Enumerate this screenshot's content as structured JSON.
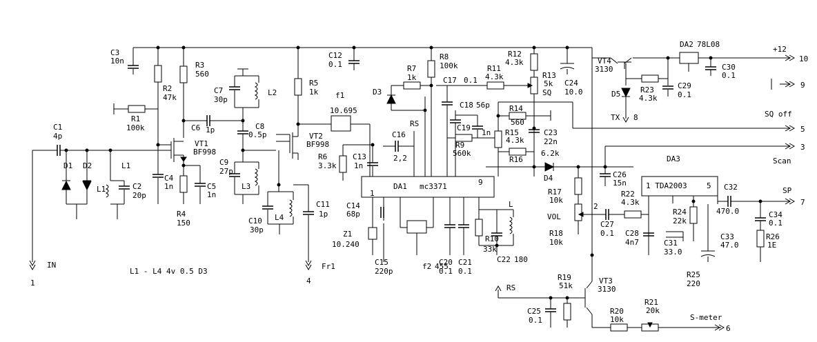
{
  "diagram": {
    "components": {
      "C3": {
        "ref": "C3",
        "value": "10n"
      },
      "R2": {
        "ref": "R2",
        "value": "47k"
      },
      "R3": {
        "ref": "R3",
        "value": "560"
      },
      "R1": {
        "ref": "R1",
        "value": "100k"
      },
      "C1": {
        "ref": "C1",
        "value": "4p"
      },
      "D1": {
        "ref": "D1"
      },
      "D2": {
        "ref": "D2"
      },
      "L1": {
        "ref": "L1"
      },
      "C2": {
        "ref": "C2",
        "value": "20p"
      },
      "VT1": {
        "ref": "VT1",
        "value": "BF998"
      },
      "C4": {
        "ref": "C4",
        "value": "1n"
      },
      "R4": {
        "ref": "R4",
        "value": "150"
      },
      "C5": {
        "ref": "C5",
        "value": "1n"
      },
      "C6": {
        "ref": "C6",
        "value": "1p"
      },
      "C7": {
        "ref": "C7",
        "value": "30p"
      },
      "L2": {
        "ref": "L2"
      },
      "C8": {
        "ref": "C8",
        "value": "0.5p"
      },
      "C9": {
        "ref": "C9",
        "value": "27p"
      },
      "L3": {
        "ref": "L3"
      },
      "VT2": {
        "ref": "VT2",
        "value": "BF998"
      },
      "R5": {
        "ref": "R5",
        "value": "1k"
      },
      "L4": {
        "ref": "L4"
      },
      "C10": {
        "ref": "C10",
        "value": "30p"
      },
      "C11": {
        "ref": "C11",
        "value": "1p"
      },
      "C12": {
        "ref": "C12",
        "value": "0.1"
      },
      "f1": {
        "ref": "f1",
        "value": "10.695"
      },
      "R6": {
        "ref": "R6",
        "value": "3.3k"
      },
      "C13": {
        "ref": "C13",
        "value": "1n"
      },
      "R8": {
        "ref": "R8",
        "value": "100k"
      },
      "R7": {
        "ref": "R7",
        "value": "1k"
      },
      "D3": {
        "ref": "D3"
      },
      "C16": {
        "ref": "C16",
        "value": "2,2"
      },
      "C17": {
        "ref": "C17",
        "value": "0.1"
      },
      "R11": {
        "ref": "R11",
        "value": "4.3k"
      },
      "R12": {
        "ref": "R12",
        "value": "4.3k"
      },
      "R13": {
        "ref": "R13",
        "value": "5k"
      },
      "C24": {
        "ref": "C24",
        "value": "10.0"
      },
      "C18": {
        "ref": "C18",
        "value": "56p"
      },
      "C19": {
        "ref": "C19",
        "value": "1n"
      },
      "R9": {
        "ref": "R9",
        "value": "560k"
      },
      "R14": {
        "ref": "R14",
        "value": "560"
      },
      "R15": {
        "ref": "R15",
        "value": "4.3k"
      },
      "R16": {
        "ref": "R16"
      },
      "C23": {
        "ref": "C23",
        "value": "22n"
      },
      "R16v": {
        "value": "6.2k"
      },
      "D4": {
        "ref": "D4"
      },
      "DA1": {
        "ref": "DA1",
        "value": "mc3371"
      },
      "C14": {
        "ref": "C14",
        "value": "68p"
      },
      "Z1": {
        "ref": "Z1",
        "value": "10.240"
      },
      "C15": {
        "ref": "C15",
        "value": "220p"
      },
      "f2": {
        "ref": "f2",
        "value": "455"
      },
      "C20": {
        "ref": "C20",
        "value": "0.1"
      },
      "C21": {
        "ref": "C21",
        "value": "0.1"
      },
      "R10": {
        "ref": "R10",
        "value": "33k"
      },
      "L": {
        "ref": "L"
      },
      "C22": {
        "ref": "C22",
        "value": "180"
      },
      "VT4": {
        "ref": "VT4",
        "value": "3130"
      },
      "DA2": {
        "ref": "DA2",
        "value": "78L08"
      },
      "C30": {
        "ref": "C30",
        "value": "0.1"
      },
      "D5": {
        "ref": "D5"
      },
      "R23": {
        "ref": "R23",
        "value": "4.3k"
      },
      "C29": {
        "ref": "C29",
        "value": "0.1"
      },
      "C26": {
        "ref": "C26",
        "value": "15n"
      },
      "R17": {
        "ref": "R17",
        "value": "10k"
      },
      "R18": {
        "ref": "R18",
        "value": "10k"
      },
      "C27": {
        "ref": "C27",
        "value": "0.1"
      },
      "R22": {
        "ref": "R22",
        "value": "4.3k"
      },
      "DA3": {
        "ref": "DA3",
        "value": "TDA2003"
      },
      "C28": {
        "ref": "C28",
        "value": "4n7"
      },
      "C31": {
        "ref": "C31",
        "value": "33.0"
      },
      "R24": {
        "ref": "R24",
        "value": "22k"
      },
      "R25": {
        "ref": "R25",
        "value": "220"
      },
      "C32": {
        "ref": "C32",
        "value": "470.0"
      },
      "C33": {
        "ref": "C33",
        "value": "47.0"
      },
      "C34": {
        "ref": "C34",
        "value": "0.1"
      },
      "R26": {
        "ref": "R26",
        "value": "1E"
      },
      "VT3": {
        "ref": "VT3",
        "value": "3130"
      },
      "R19": {
        "ref": "R19",
        "value": "51k"
      },
      "C25": {
        "ref": "C25",
        "value": "0.1"
      },
      "R20": {
        "ref": "R20",
        "value": "10k"
      },
      "R21": {
        "ref": "R21",
        "value": "20k"
      }
    },
    "labels": {
      "vol": "VOL",
      "sq": "SQ",
      "tx": "TX",
      "rs1": "RS",
      "rs2": "RS",
      "in": "IN",
      "fr1": "Fr1",
      "note": "L1 - L4 4v 0.5  D3",
      "plus12": "+12",
      "sqoff": "SQ off",
      "scan": "Scan",
      "sp": "SP",
      "smeter": "S-meter",
      "pin1": "1",
      "pin9": "9",
      "da3pins": "1 TDA2003",
      "da3pin5": "5",
      "node2": "2"
    },
    "terminals": {
      "t1": "1",
      "t3": "3",
      "t4": "4",
      "t5": "5",
      "t6": "6",
      "t7": "7",
      "t8": "8",
      "t9": "9",
      "t10": "10"
    }
  }
}
